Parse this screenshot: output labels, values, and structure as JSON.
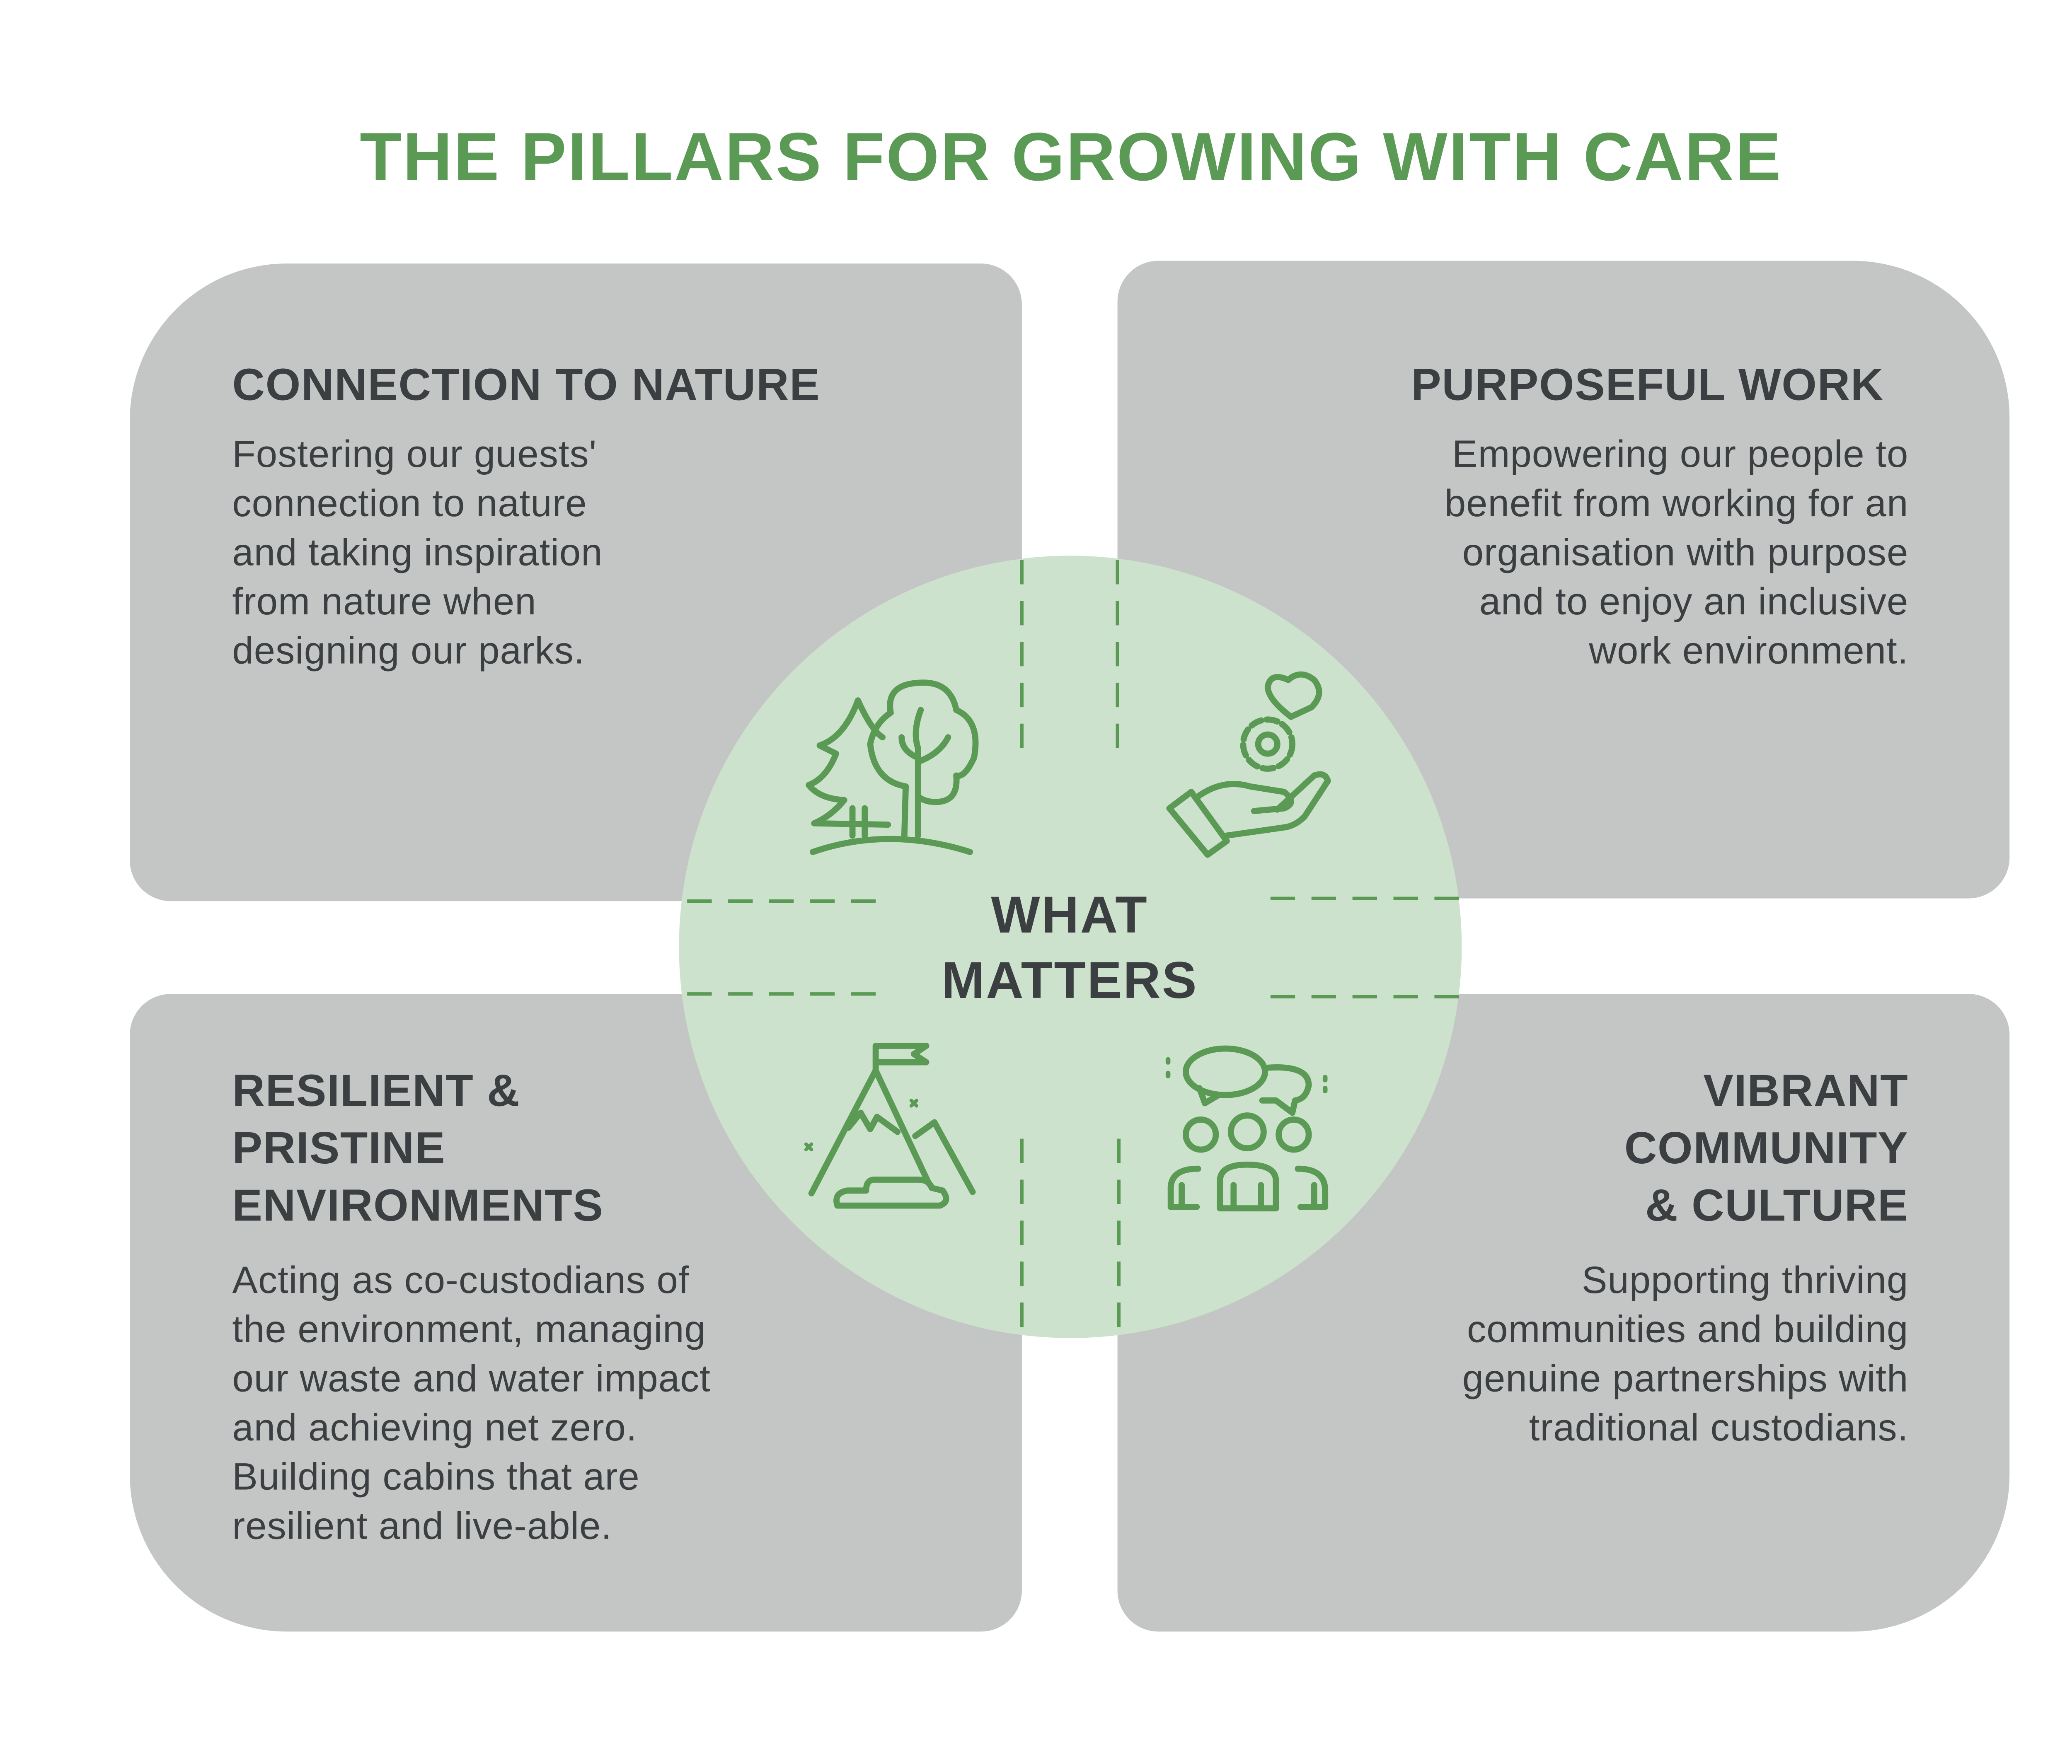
{
  "title": "THE PILLARS FOR GROWING WITH CARE",
  "center": {
    "line1": "WHAT",
    "line2": "MATTERS"
  },
  "colors": {
    "accent": "#5a9a55",
    "box": "#c4c5c5",
    "circle": "#cde2cc",
    "text": "#3b3f42"
  },
  "pillars": {
    "nature": {
      "heading": [
        "CONNECTION TO NATURE"
      ],
      "body": [
        "Fostering our guests'",
        "connection to nature",
        "and taking inspiration",
        "from nature when",
        "designing our parks."
      ],
      "icon": "trees-icon"
    },
    "work": {
      "heading": [
        "PURPOSEFUL WORK"
      ],
      "body": [
        "Empowering our people to",
        "benefit from working for an",
        "organisation with purpose",
        "and to enjoy an inclusive",
        "work environment."
      ],
      "icon": "hand-gear-heart-icon"
    },
    "environment": {
      "heading": [
        "RESILIENT &",
        "PRISTINE",
        "ENVIRONMENTS"
      ],
      "body": [
        "Acting as co-custodians of",
        "the environment, managing",
        "our waste and water impact",
        "and achieving net zero.",
        "Building cabins that are",
        "resilient and live-able."
      ],
      "icon": "mountain-flag-icon"
    },
    "community": {
      "heading": [
        "VIBRANT",
        "COMMUNITY",
        "& CULTURE"
      ],
      "body": [
        "Supporting thriving",
        "communities and building",
        "genuine partnerships with",
        "traditional custodians."
      ],
      "icon": "people-chat-icon"
    }
  }
}
